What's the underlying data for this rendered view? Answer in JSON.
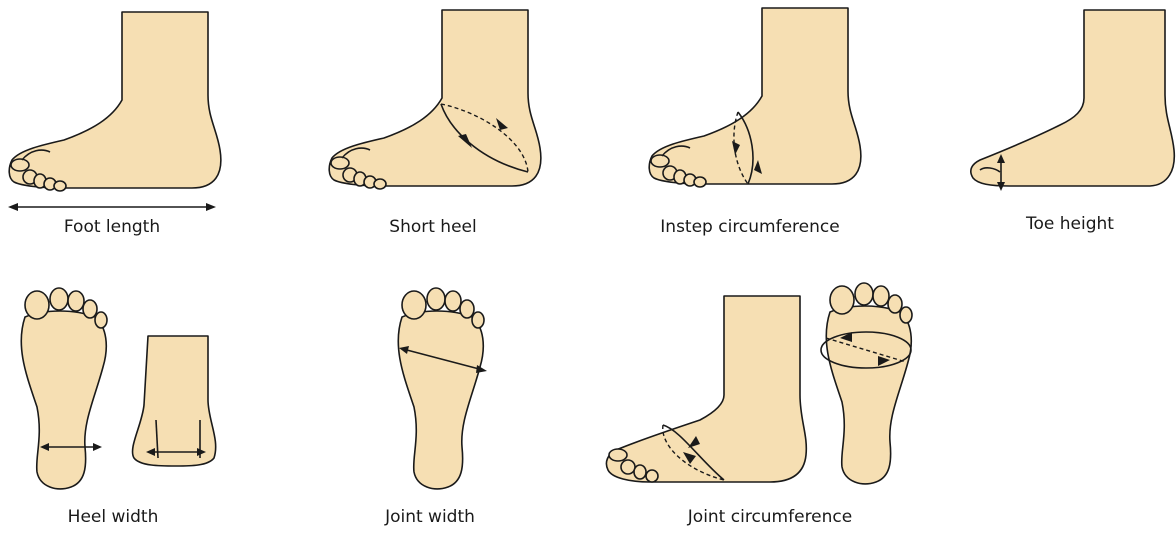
{
  "labels": {
    "foot_length": "Foot length",
    "short_heel": "Short heel",
    "instep_circumference": "Instep circumference",
    "toe_height": "Toe height",
    "heel_width": "Heel width",
    "joint_width": "Joint width",
    "joint_circumference": "Joint circumference"
  },
  "colors": {
    "skin": "#f6dfb3",
    "outline": "#1a1a1a",
    "background": "#ffffff"
  }
}
